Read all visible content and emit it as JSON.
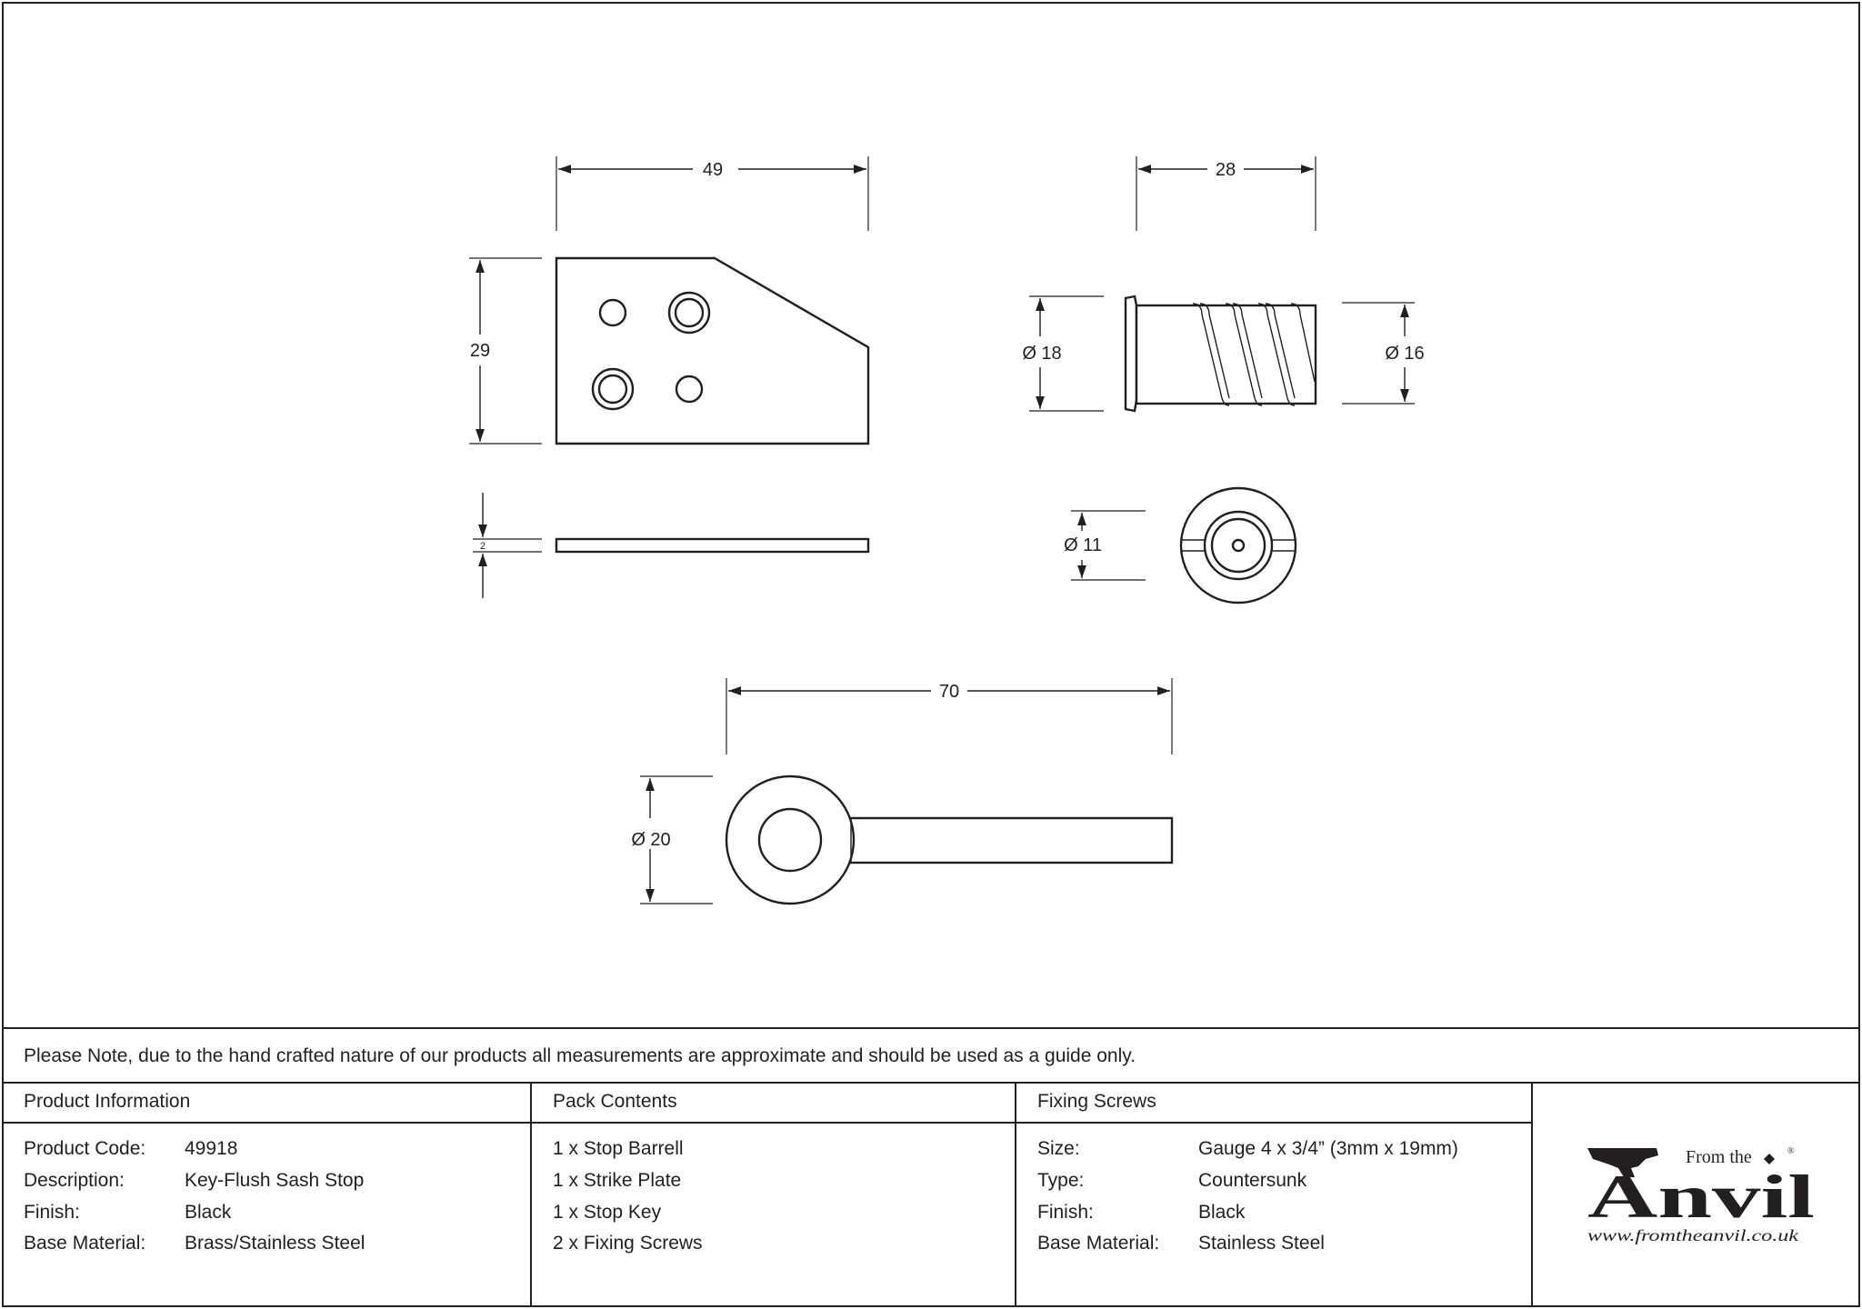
{
  "drawing": {
    "strike_plate": {
      "width": "49",
      "height": "29",
      "thickness": "2"
    },
    "barrel": {
      "length": "28",
      "flange_dia": "Ø 18",
      "body_dia": "Ø 16",
      "bore_dia": "Ø 11"
    },
    "key": {
      "length": "70",
      "head_dia": "Ø 20"
    }
  },
  "note": "Please Note, due to the hand crafted nature of our products all measurements are approximate and should be used as a guide only.",
  "product_info": {
    "header": "Product Information",
    "rows": [
      {
        "label": "Product Code:",
        "value": "49918"
      },
      {
        "label": "Description:",
        "value": "Key-Flush Sash Stop"
      },
      {
        "label": "Finish:",
        "value": "Black"
      },
      {
        "label": "Base Material:",
        "value": "Brass/Stainless Steel"
      }
    ]
  },
  "pack_contents": {
    "header": "Pack Contents",
    "items": [
      "1 x Stop Barrell",
      "1 x Strike Plate",
      "1 x Stop Key",
      "2 x Fixing Screws"
    ]
  },
  "fixing_screws": {
    "header": "Fixing Screws",
    "rows": [
      {
        "label": "Size:",
        "value": "Gauge 4 x 3/4” (3mm x 19mm)"
      },
      {
        "label": "Type:",
        "value": "Countersunk"
      },
      {
        "label": "Finish:",
        "value": "Black"
      },
      {
        "label": "Base Material:",
        "value": "Stainless Steel"
      }
    ]
  },
  "logo": {
    "line1": "From the",
    "brand": "Anvil",
    "registered": "®",
    "url": "www.fromtheanvil.co.uk"
  }
}
